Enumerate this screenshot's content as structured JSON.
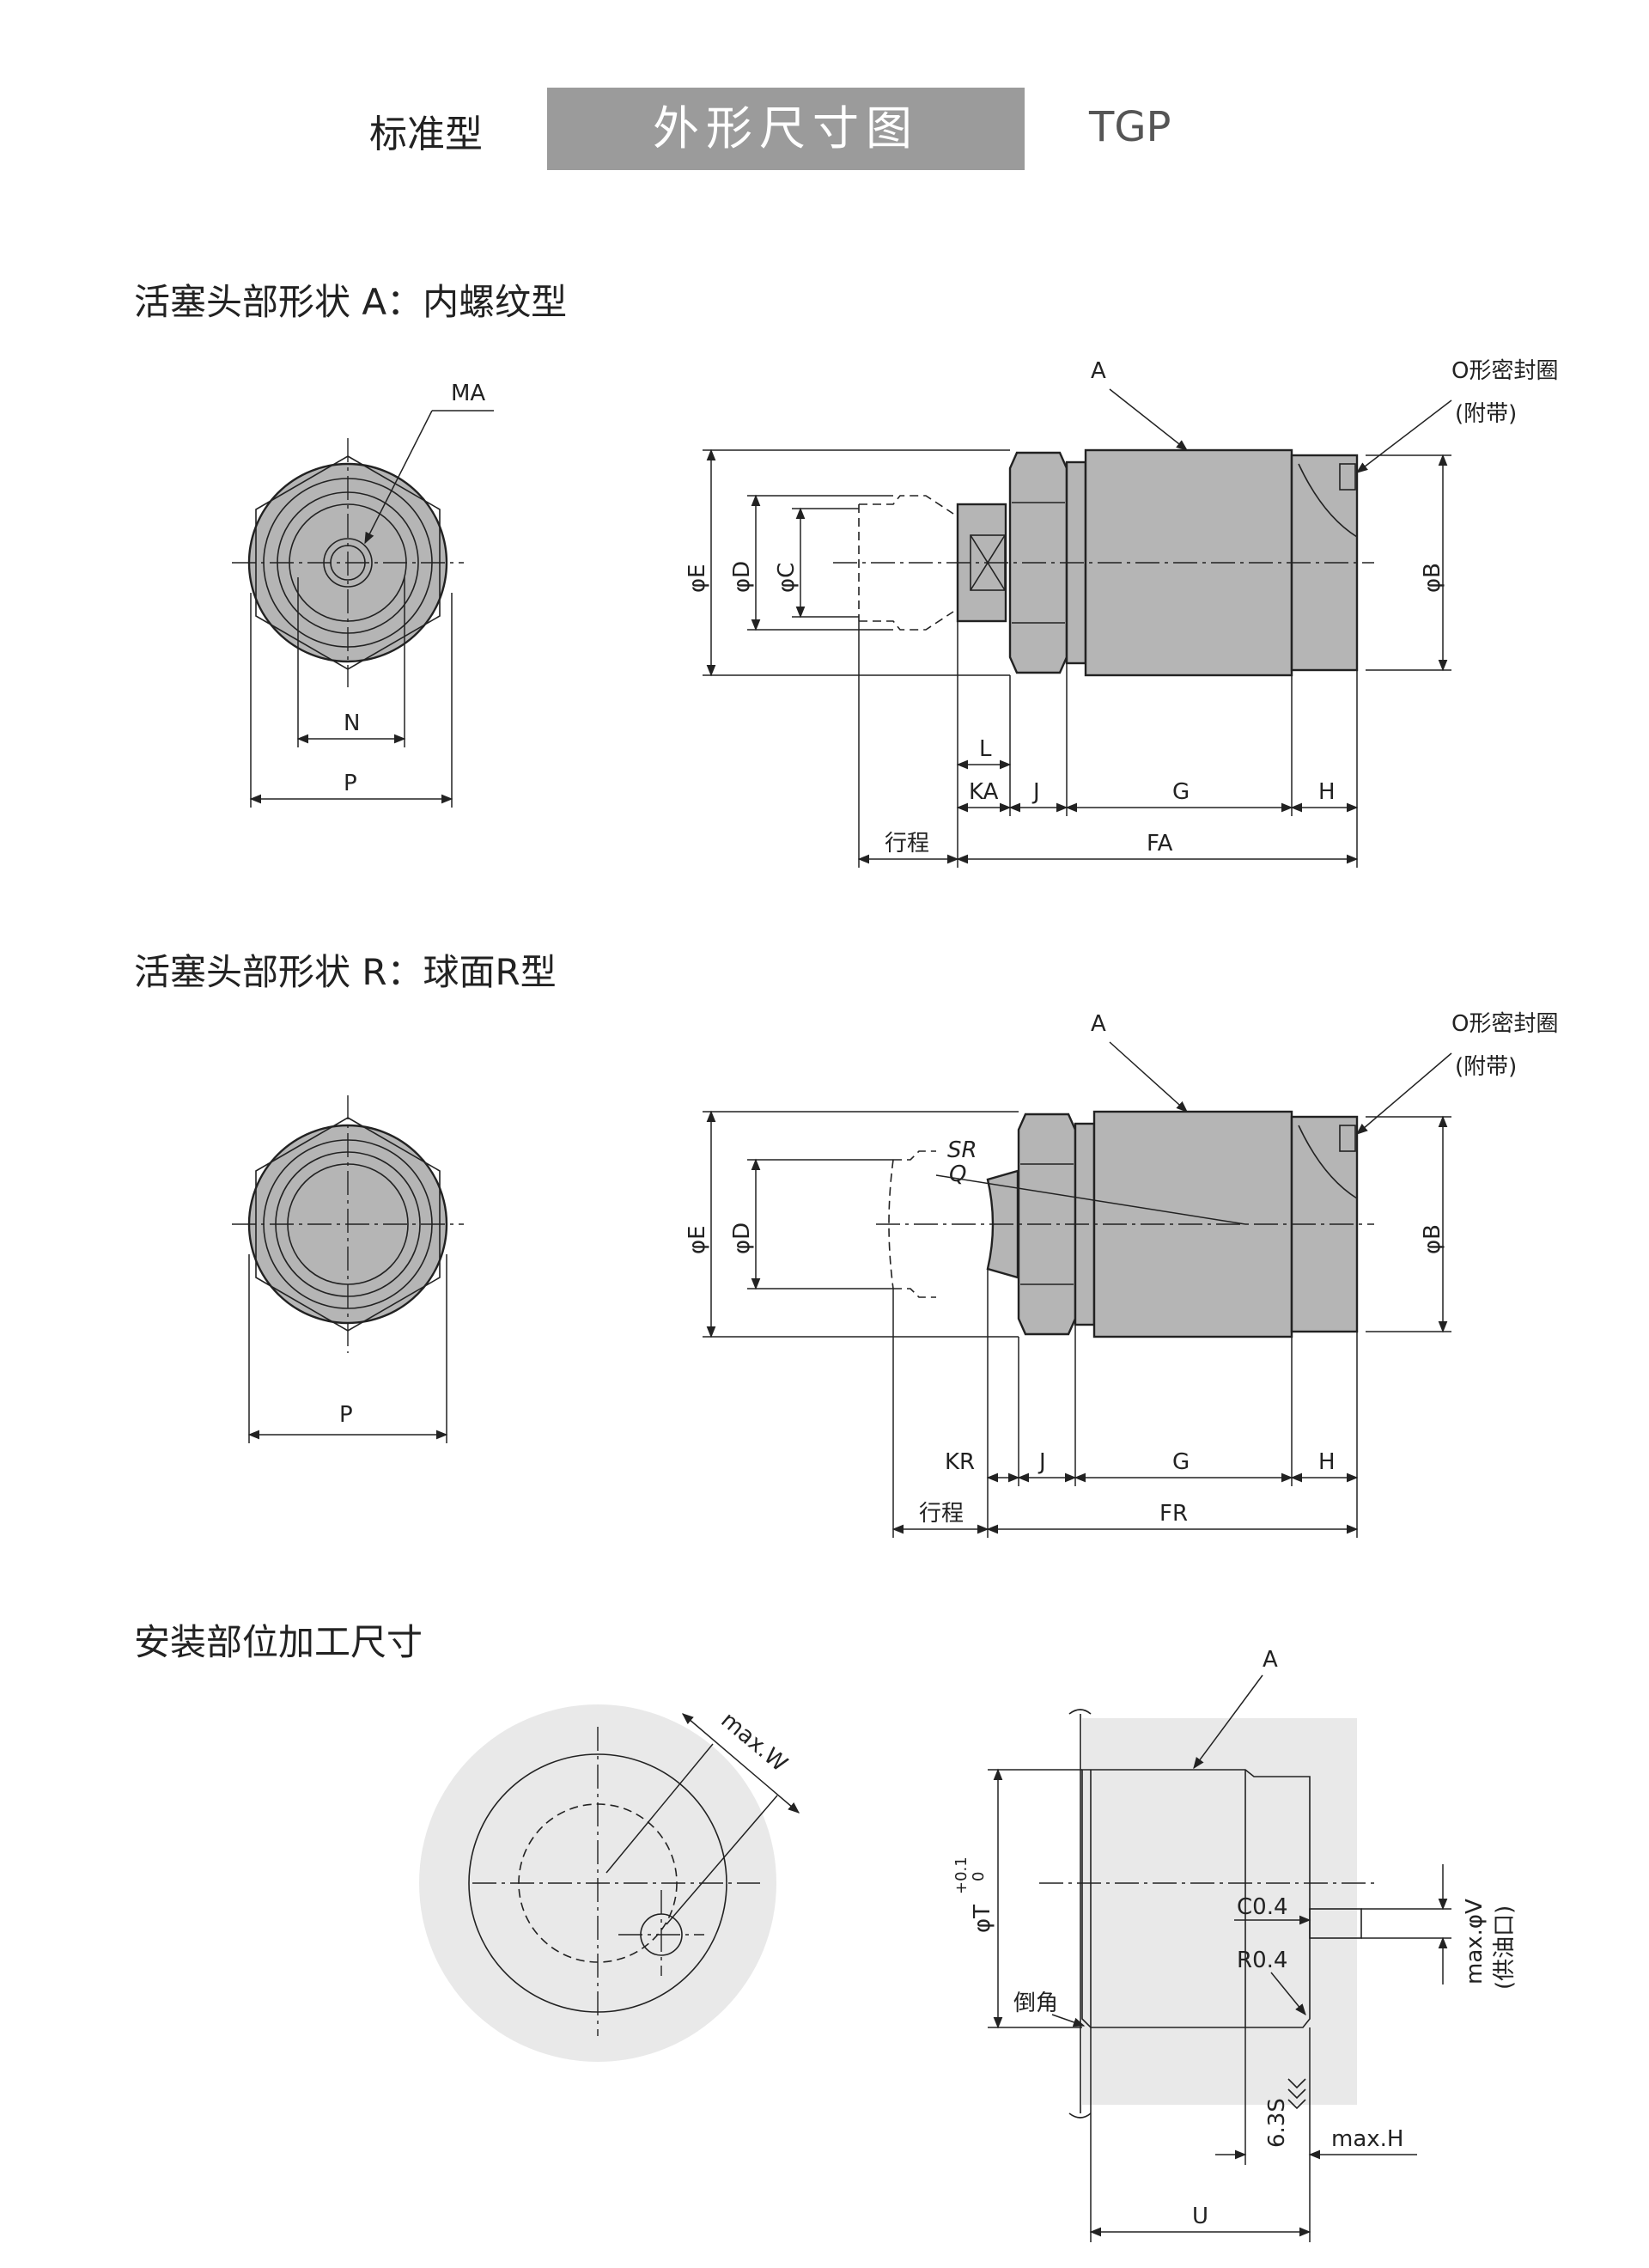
{
  "header": {
    "left": "标准型",
    "middle": "外形尺寸图",
    "right": "TGP"
  },
  "section_a": {
    "title": "活塞头部形状 A：内螺纹型",
    "labels": {
      "MA": "MA",
      "N": "N",
      "P": "P",
      "A": "A",
      "oring_1": "O形密封圈",
      "oring_2": "(附带)",
      "phiE": "φE",
      "phiD": "φD",
      "phiC": "φC",
      "phiB": "φB",
      "L": "L",
      "KA": "KA",
      "J": "J",
      "G": "G",
      "H": "H",
      "stroke": "行程",
      "FA": "FA"
    }
  },
  "section_r": {
    "title": "活塞头部形状 R：球面R型",
    "labels": {
      "P": "P",
      "A": "A",
      "oring_1": "O形密封圈",
      "oring_2": "(附带)",
      "SR": "SR",
      "Q": "Q",
      "phiE": "φE",
      "phiD": "φD",
      "phiB": "φB",
      "KR": "KR",
      "J": "J",
      "G": "G",
      "H": "H",
      "stroke": "行程",
      "FR": "FR"
    }
  },
  "section_mount": {
    "title": "安装部位加工尺寸",
    "labels": {
      "maxW": "max.W",
      "A": "A",
      "phiT": "φT",
      "tol_upper": "+0.1",
      "tol_lower": "0",
      "chamfer": "倒角",
      "C04": "C0.4",
      "R04": "R0.4",
      "maxV": "max.φV",
      "oil_port": "(供油口)",
      "roughness": "6.3S",
      "maxH": "max.H",
      "U": "U"
    }
  }
}
